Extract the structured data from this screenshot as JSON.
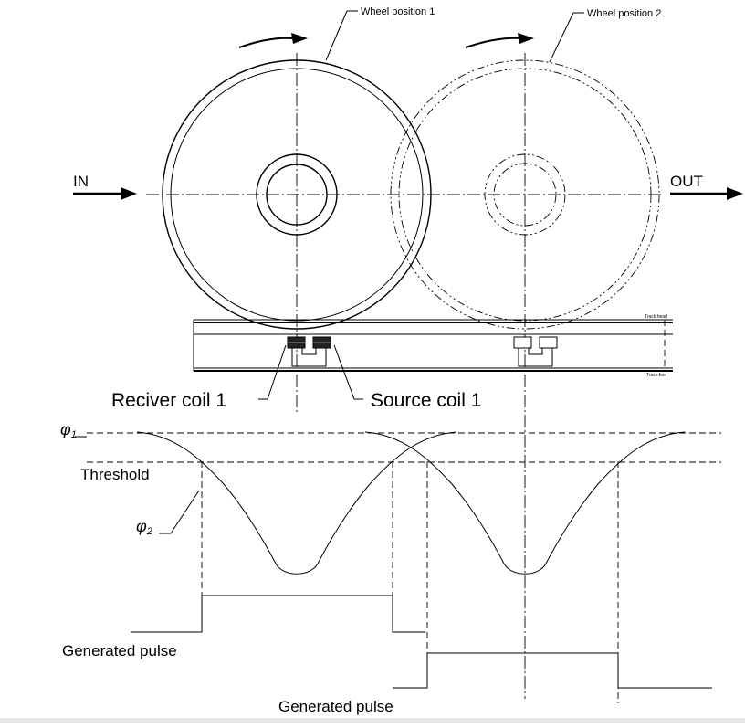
{
  "labels": {
    "wheel_position_1": "Wheel position 1",
    "wheel_position_2": "Wheel position 2",
    "in": "IN",
    "out": "OUT",
    "track_head": "Track head",
    "track_foot": "Track foot",
    "receiver_coil": "Reciver coil 1",
    "source_coil": "Source coil 1",
    "phi1_symbol": "φ",
    "phi1_sub": "1",
    "phi2_symbol": "φ",
    "phi2_sub": "2",
    "threshold": "Threshold",
    "generated_pulse_1": "Generated pulse",
    "generated_pulse_2": "Generated pulse"
  }
}
